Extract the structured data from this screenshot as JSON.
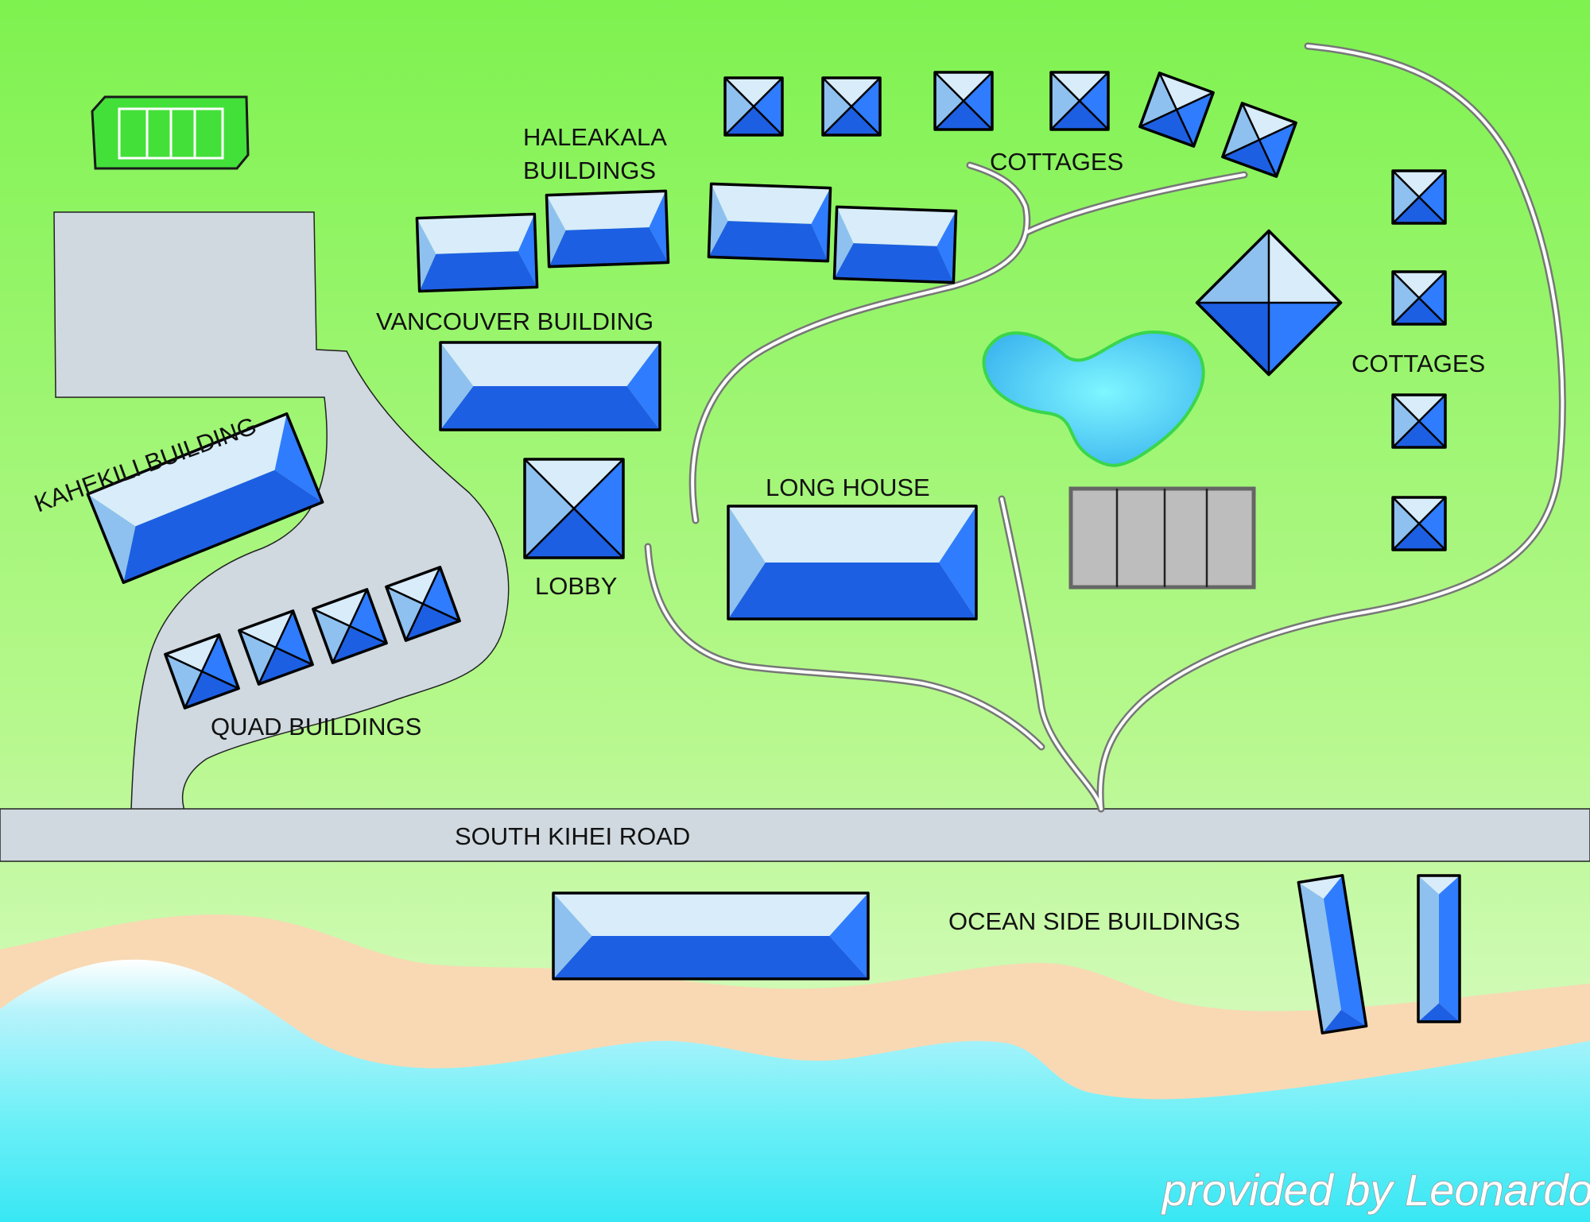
{
  "labels": {
    "haleakala_line1": "HALEAKALA",
    "haleakala_line2": "BUILDINGS",
    "cottages_top": "COTTAGES",
    "cottages_right": "COTTAGES",
    "vancouver": "VANCOUVER BUILDING",
    "kahekili": "KAHEKILI BUILDING",
    "lobby": "LOBBY",
    "long_house": "LONG HOUSE",
    "quad": "QUAD BUILDINGS",
    "road": "SOUTH KIHEI ROAD",
    "ocean_side": "OCEAN SIDE BUILDINGS",
    "watermark": "provided by Leonardo"
  },
  "colors": {
    "grass_top": "#7ef24f",
    "grass_bottom": "#dcfccf",
    "pavement": "#cfd9df",
    "sand": "#f8d9b4",
    "water": "#72f0f7",
    "roof_dark": "#1d5fe3",
    "roof_mid": "#2f7cff",
    "roof_light": "#8ec1ef",
    "roof_pale": "#d8ecfa",
    "pond": "#5fd2f5",
    "tennis_court": "#44e03a",
    "parking_gray": "#bdbdbd"
  }
}
